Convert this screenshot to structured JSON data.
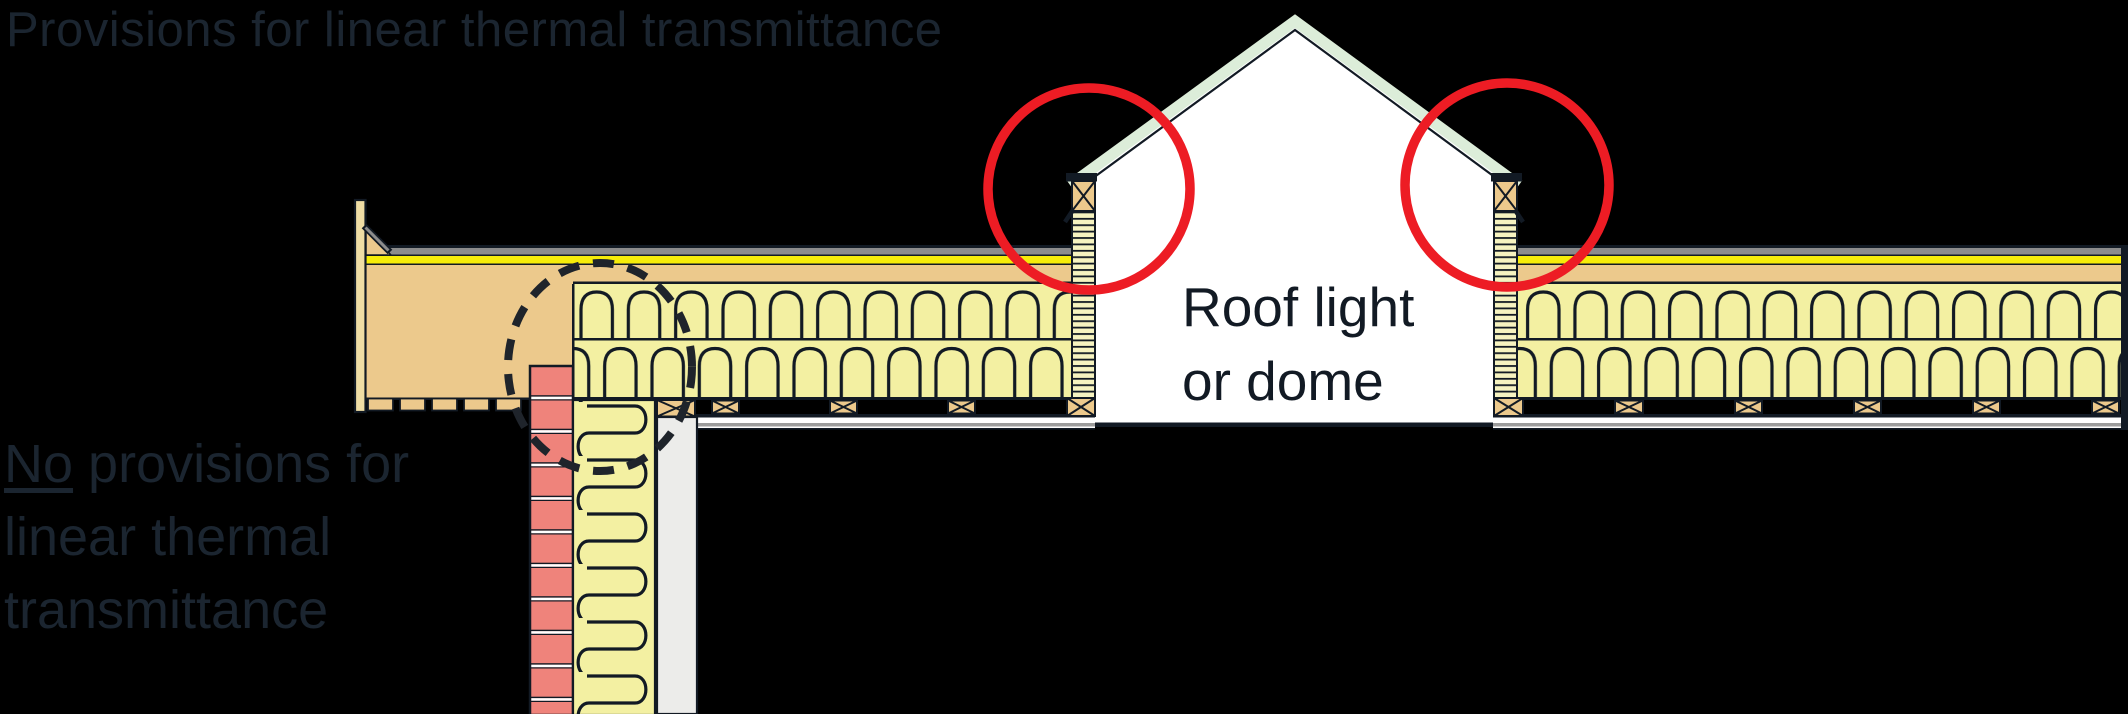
{
  "title": "Roof light thermal bridging detail",
  "labels": {
    "heading": "Provisions for linear thermal transmittance",
    "no_provisions": {
      "emphasis": "No",
      "line1_rest": " provisions for",
      "line2": "linear thermal",
      "line3": "transmittance"
    },
    "roof_light": {
      "line1": "Roof light",
      "line2": "or dome"
    }
  },
  "colors": {
    "bg": "#000000",
    "ink": "#121a24",
    "labelNavy": "#1b2530",
    "tan": "#ecc98c",
    "fasciaTan": "#efdda4",
    "yellow": "#f6ec09",
    "gray": "#8c8c8c",
    "quilt": "#f3f0a2",
    "kerbfill": "#f6f3c0",
    "mint": "#dcedd9",
    "pink": "#ef837b",
    "innerLeaf": "#ececea",
    "boardGray": "#9c9c9c",
    "white": "#ffffff",
    "red": "#ed1c24"
  },
  "annotations": {
    "highlight_circle_style": "solid red",
    "highlight_circle_count": 2,
    "dashed_circle_style": "dashed black",
    "dashed_circle_count": 1
  }
}
